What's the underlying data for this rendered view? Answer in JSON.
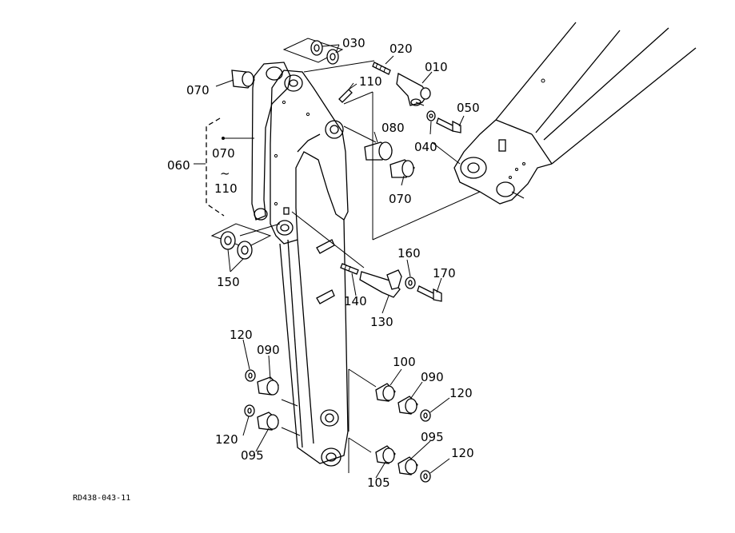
{
  "labels": {
    "p010": "010",
    "p020": "020",
    "p030": "030",
    "p040": "040",
    "p050": "050",
    "p060": "060",
    "p070a": "070",
    "p070b": "070",
    "p070c": "070",
    "p080": "080",
    "p090a": "090",
    "p090b": "090",
    "p095a": "095",
    "p095b": "095",
    "p100": "100",
    "p105": "105",
    "p110a": "110",
    "p110b": "110",
    "p120a": "120",
    "p120b": "120",
    "p120c": "120",
    "p120d": "120",
    "p130": "130",
    "p140": "140",
    "p150": "150",
    "p160": "160",
    "p170": "170",
    "tilde": "~"
  },
  "drawing_code": "RD438-043-11"
}
